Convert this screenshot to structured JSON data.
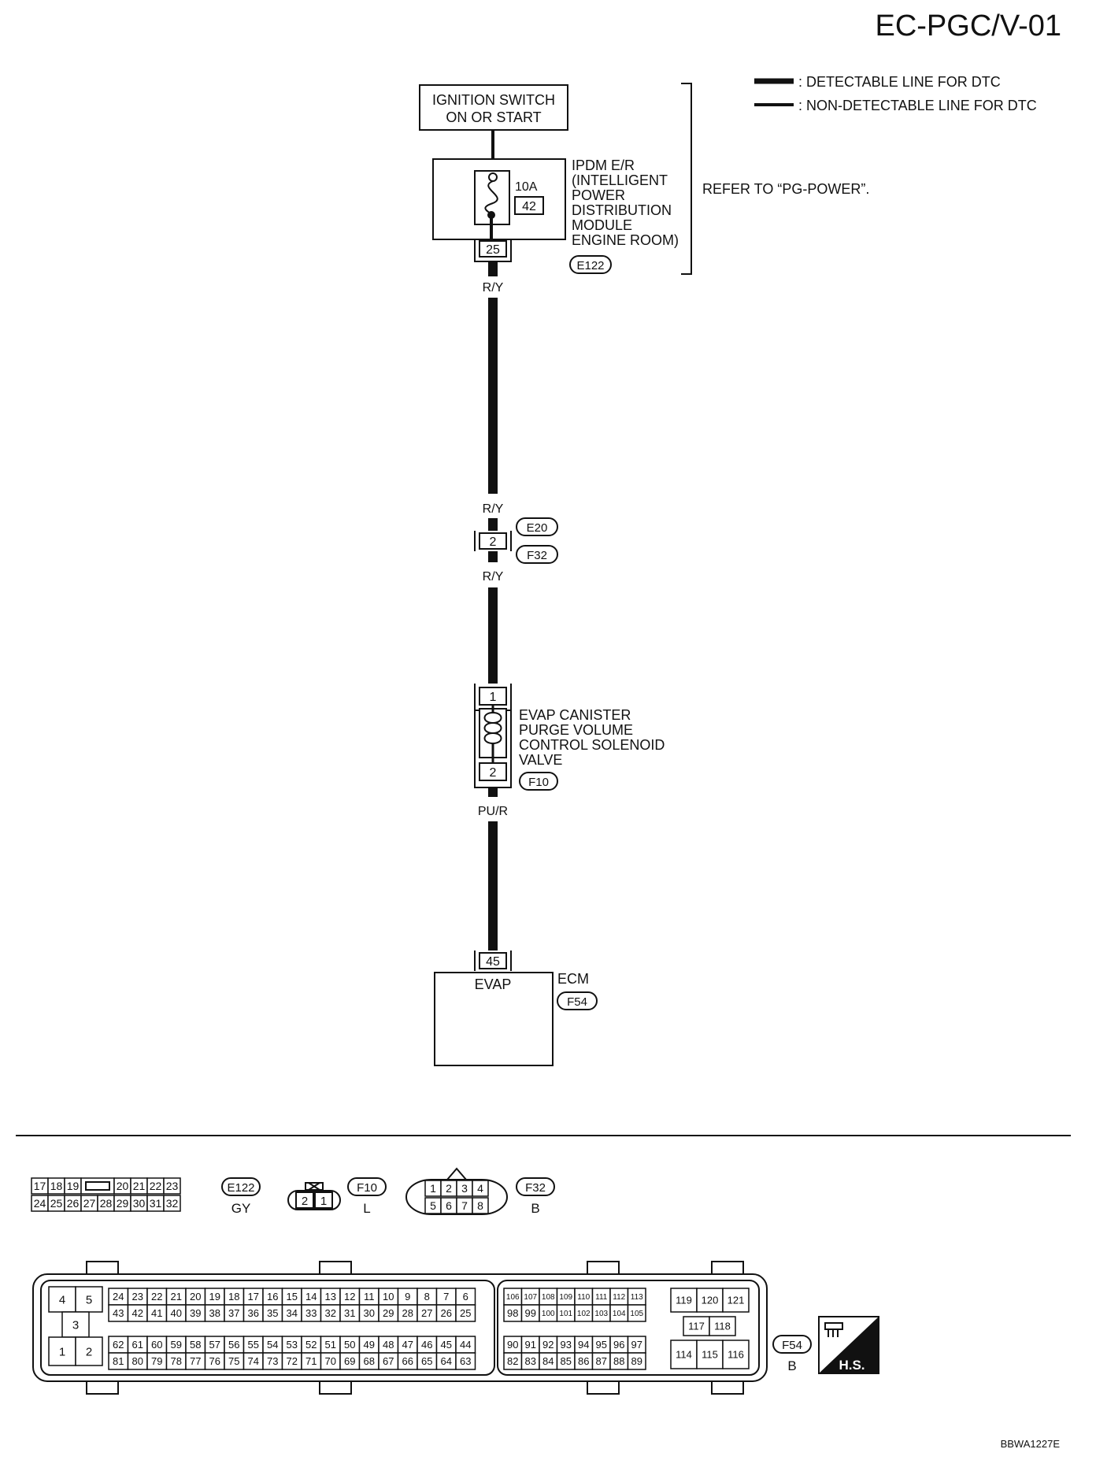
{
  "page_code": "EC-PGC/V-01",
  "figure_id": "BBWA1227E",
  "legend": {
    "detectable": ": DETECTABLE LINE FOR DTC",
    "non_detectable": ": NON-DETECTABLE LINE FOR DTC"
  },
  "refer": "REFER TO “PG-POWER”.",
  "ignition": {
    "line1": "IGNITION SWITCH",
    "line2": "ON OR START"
  },
  "ipdm": {
    "lines": [
      "IPDM E/R",
      "(INTELLIGENT",
      "POWER",
      "DISTRIBUTION",
      "MODULE",
      "ENGINE ROOM)"
    ],
    "fuse_amp": "10A",
    "fuse_no": "42",
    "terminal": "25",
    "connector": "E122"
  },
  "wires": {
    "w1_top": "R/Y",
    "w2_bottom": "R/Y",
    "w2_top": "R/Y",
    "w3_bottom": "PU/R"
  },
  "joint": {
    "terminal": "2",
    "connector_a": "E20",
    "connector_b": "F32"
  },
  "solenoid": {
    "lines": [
      "EVAP CANISTER",
      "PURGE VOLUME",
      "CONTROL SOLENOID",
      "VALVE"
    ],
    "terminal_top": "1",
    "terminal_bottom": "2",
    "connector": "F10"
  },
  "ecm": {
    "label": "ECM",
    "pin_label": "EVAP",
    "terminal": "45",
    "connector": "F54"
  },
  "connectors": {
    "e122": {
      "id": "E122",
      "color": "GY",
      "row1": [
        "17",
        "18",
        "19",
        "",
        "20",
        "21",
        "22",
        "23"
      ],
      "row2": [
        "24",
        "25",
        "26",
        "27",
        "28",
        "29",
        "30",
        "31",
        "32"
      ]
    },
    "f10": {
      "id": "F10",
      "color": "L",
      "pins": [
        "2",
        "1"
      ]
    },
    "f32": {
      "id": "F32",
      "color": "B",
      "row1": [
        "1",
        "2",
        "3",
        "4"
      ],
      "row2": [
        "5",
        "6",
        "7",
        "8"
      ]
    },
    "f54": {
      "id": "F54",
      "color": "B",
      "left_block": [
        "4",
        "5",
        "3",
        "1",
        "2"
      ],
      "a_row1": [
        "24",
        "23",
        "22",
        "21",
        "20",
        "19",
        "18",
        "17",
        "16",
        "15",
        "14",
        "13",
        "12",
        "11",
        "10",
        "9",
        "8",
        "7",
        "6"
      ],
      "a_row2": [
        "43",
        "42",
        "41",
        "40",
        "39",
        "38",
        "37",
        "36",
        "35",
        "34",
        "33",
        "32",
        "31",
        "30",
        "29",
        "28",
        "27",
        "26",
        "25"
      ],
      "a_row3": [
        "62",
        "61",
        "60",
        "59",
        "58",
        "57",
        "56",
        "55",
        "54",
        "53",
        "52",
        "51",
        "50",
        "49",
        "48",
        "47",
        "46",
        "45",
        "44"
      ],
      "a_row4": [
        "81",
        "80",
        "79",
        "78",
        "77",
        "76",
        "75",
        "74",
        "73",
        "72",
        "71",
        "70",
        "69",
        "68",
        "67",
        "66",
        "65",
        "64",
        "63"
      ],
      "b_row1": [
        "106",
        "107",
        "108",
        "109",
        "110",
        "111",
        "112",
        "113"
      ],
      "b_row2": [
        "98",
        "99",
        "100",
        "101",
        "102",
        "103",
        "104",
        "105"
      ],
      "b_row3": [
        "90",
        "91",
        "92",
        "93",
        "94",
        "95",
        "96",
        "97"
      ],
      "b_row4": [
        "82",
        "83",
        "84",
        "85",
        "86",
        "87",
        "88",
        "89"
      ],
      "c_top": [
        "119",
        "120",
        "121"
      ],
      "c_mid": [
        "117",
        "118"
      ],
      "c_bot": [
        "114",
        "115",
        "116"
      ]
    }
  },
  "hs_badge": "H.S."
}
